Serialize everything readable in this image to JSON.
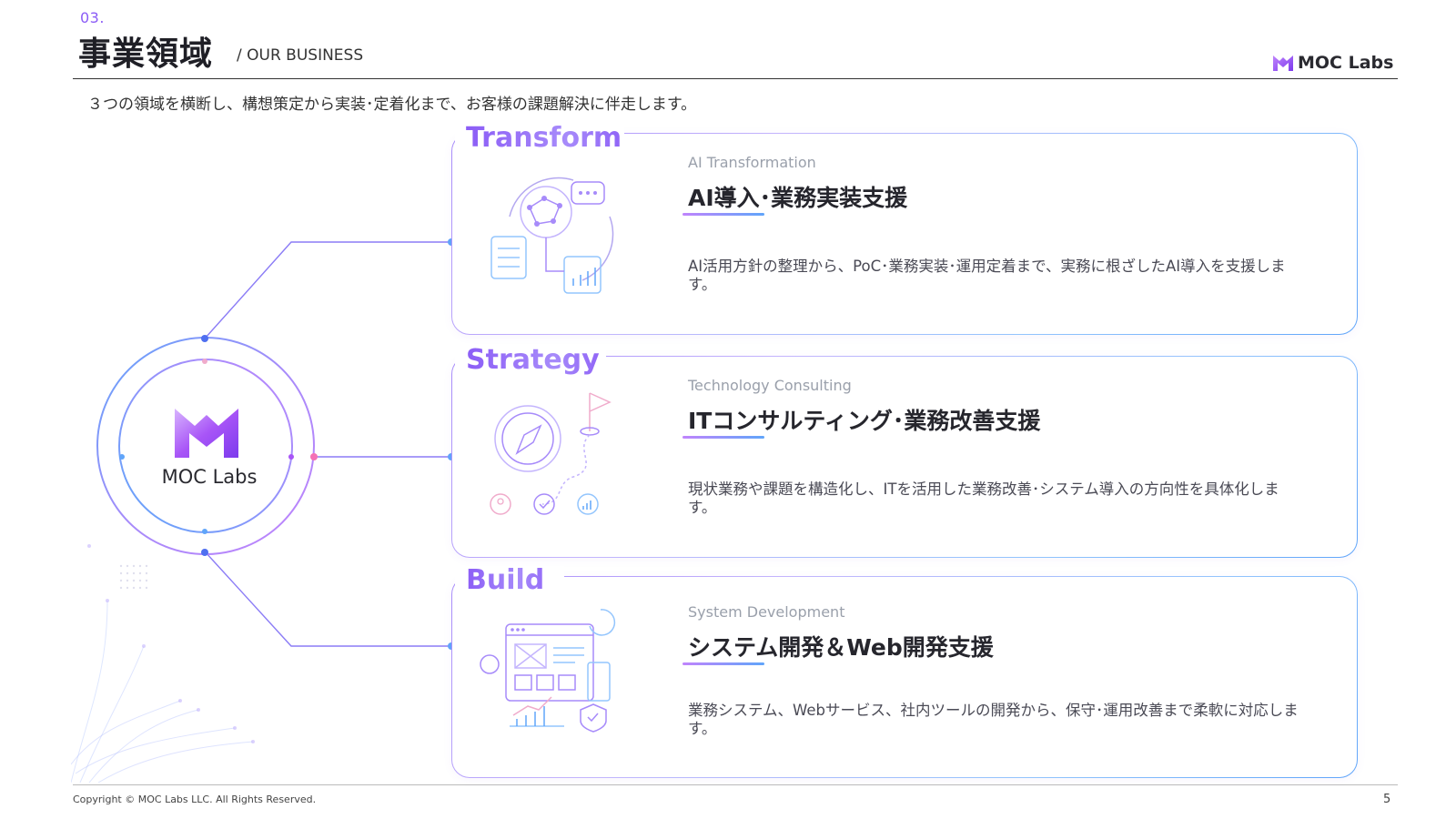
{
  "header": {
    "section_no": "03.",
    "title": "事業領域",
    "subtitle": "/ OUR BUSINESS",
    "brand": "MOC Labs"
  },
  "intro": "３つの領域を横断し、構想策定から実装･定着化まで、お客様の課題解決に伴走します。",
  "hub": {
    "label": "MOC Labs"
  },
  "cards": [
    {
      "title": "Transform",
      "category_en": "AI Transformation",
      "heading": "AI導入･業務実装支援",
      "description": "AI活用方針の整理から、PoC･業務実装･運用定着まで、実務に根ざしたAI導入を支援します。"
    },
    {
      "title": "Strategy",
      "category_en": "Technology Consulting",
      "heading": "ITコンサルティング･業務改善支援",
      "description": "現状業務や課題を構造化し、ITを活用した業務改善･システム導入の方向性を具体化します。"
    },
    {
      "title": "Build",
      "category_en": "System Development",
      "heading": "システム開発＆Web開発支援",
      "description": "業務システム、Webサービス、社内ツールの開発から、保守･運用改善まで柔軟に対応します。"
    }
  ],
  "footer": {
    "copyright": "Copyright © MOC Labs LLC. All Rights Reserved.",
    "page_number": "5"
  },
  "colors": {
    "accent_purple": "#8b5cf6",
    "accent_blue": "#60a5fa",
    "accent_pink": "#f472b6"
  }
}
